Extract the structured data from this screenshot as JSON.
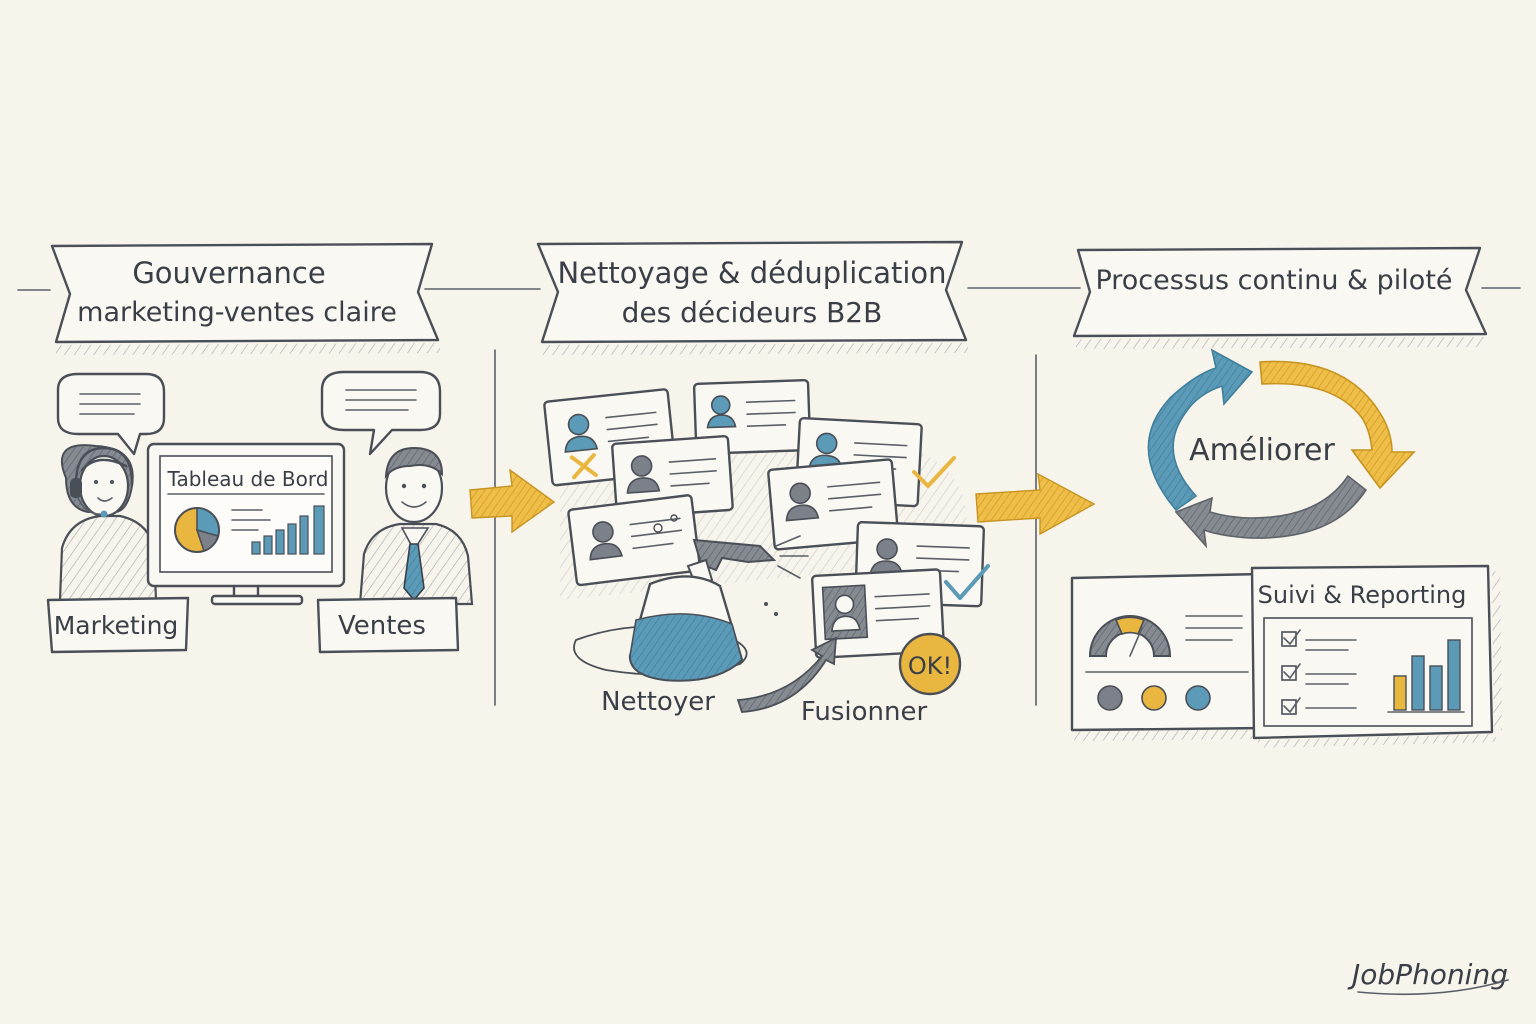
{
  "panels": [
    {
      "title_line1": "Gouvernance",
      "title_line2": "marketing-ventes claire"
    },
    {
      "title_line1": "Nettoyage & déduplication",
      "title_line2": "des décideurs B2B"
    },
    {
      "title_line1": "Processus continu & piloté",
      "title_line2": ""
    }
  ],
  "governance": {
    "dashboard_title": "Tableau de Bord",
    "marketing_label": "Marketing",
    "sales_label": "Ventes"
  },
  "cleaning": {
    "clean_label": "Nettoyer",
    "merge_label": "Fusionner",
    "ok_badge": "OK!"
  },
  "process": {
    "cycle_label": "Améliorer",
    "reporting_title": "Suivi & Reporting"
  },
  "brand": {
    "logo": "JobPhoning"
  },
  "colors": {
    "blue": "#5b9bb8",
    "gold": "#e9b640",
    "ink": "#4a4f57",
    "paper": "#f7f4ec"
  }
}
